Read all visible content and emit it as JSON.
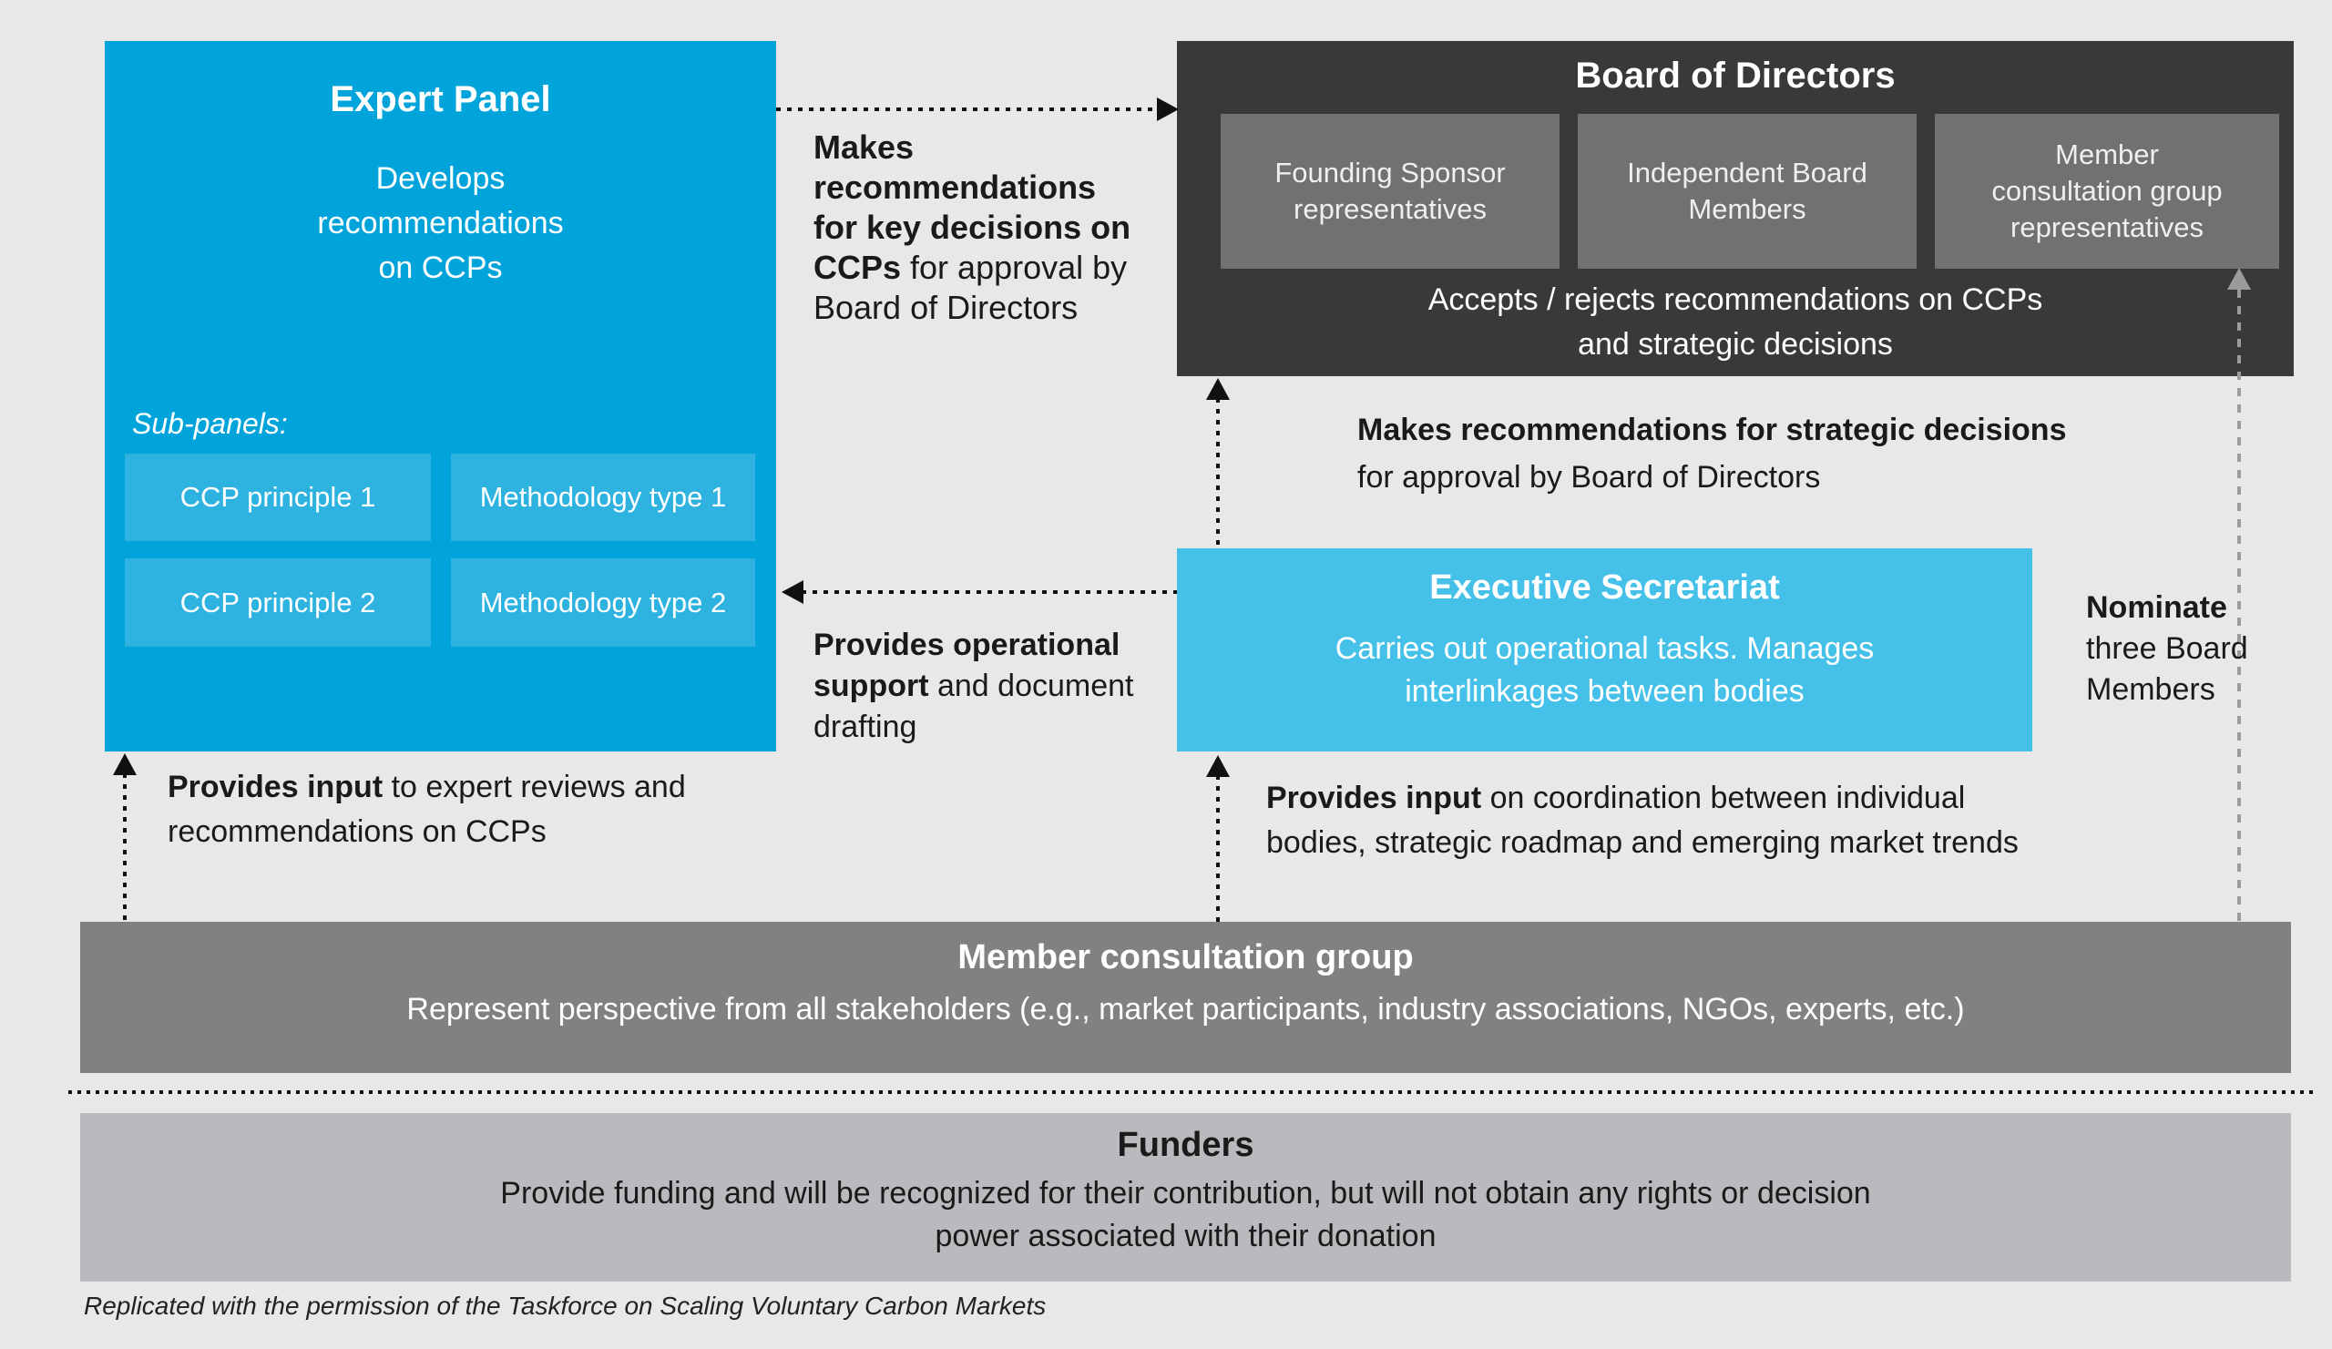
{
  "colors": {
    "bg": "#e8e8e9",
    "ink": "#111111",
    "expert-blue": "#00a4db",
    "subpanel-blue": "#2eb3e1",
    "exec-blue": "#45c1e9",
    "board-dark": "#39393b",
    "board-sub": "#717174",
    "member-gray": "#818184",
    "funders-gray": "#b9babd",
    "gray-dash": "#9b9b9d",
    "text-light": "#ffffff",
    "text-dark": "#1a1a1a"
  },
  "expert_panel": {
    "title": "Expert Panel",
    "description": "Develops\nrecommendations\non CCPs",
    "sub_panels_label": "Sub-panels:",
    "sub_panels": [
      "CCP principle 1",
      "Methodology type 1",
      "CCP principle 2",
      "Methodology type 2"
    ]
  },
  "board": {
    "title": "Board of Directors",
    "sub_boxes": [
      "Founding Sponsor\nrepresentatives",
      "Independent Board\nMembers",
      "Member\nconsultation group\nrepresentatives"
    ],
    "note": "Accepts / rejects recommendations on CCPs\nand strategic decisions"
  },
  "executive_secretariat": {
    "title": "Executive Secretariat",
    "description": "Carries out operational tasks. Manages\ninterlinkages between bodies"
  },
  "member_group": {
    "title": "Member consultation group",
    "description": "Represent perspective from all stakeholders (e.g., market participants, industry associations, NGOs, experts, etc.)"
  },
  "funders": {
    "title": "Funders",
    "description": "Provide funding and will be recognized for their contribution, but will not obtain any rights or decision\npower associated with their donation"
  },
  "annotations": {
    "expert_to_board": {
      "lines": [
        {
          "b": "Makes",
          "r": ""
        },
        {
          "b": "recommendations",
          "r": ""
        },
        {
          "b": "for key decisions on",
          "r": ""
        },
        {
          "b": "CCPs",
          "r": " for approval by"
        },
        {
          "b": "",
          "r": "Board of Directors"
        }
      ]
    },
    "exec_to_board": {
      "lines": [
        {
          "b": "Makes recommendations for strategic decisions",
          "r": ""
        },
        {
          "b": "",
          "r": "for approval by Board of Directors"
        }
      ]
    },
    "exec_to_expert": {
      "lines": [
        {
          "b": "Provides operational",
          "r": ""
        },
        {
          "b": "support",
          "r": " and document"
        },
        {
          "b": "",
          "r": "drafting"
        }
      ]
    },
    "nominate": {
      "lines": [
        {
          "b": "Nominate",
          "r": ""
        },
        {
          "b": "",
          "r": "three Board"
        },
        {
          "b": "",
          "r": "Members"
        }
      ]
    },
    "member_to_expert": {
      "lines": [
        {
          "b": "Provides input",
          "r": " to expert reviews and"
        },
        {
          "b": "",
          "r": "recommendations on CCPs"
        }
      ]
    },
    "member_to_exec": {
      "lines": [
        {
          "b": "Provides input",
          "r": " on coordination between individual"
        },
        {
          "b": "",
          "r": "bodies, strategic roadmap and emerging market trends"
        }
      ]
    }
  },
  "footer": "Replicated with the permission of the Taskforce on Scaling Voluntary Carbon Markets"
}
